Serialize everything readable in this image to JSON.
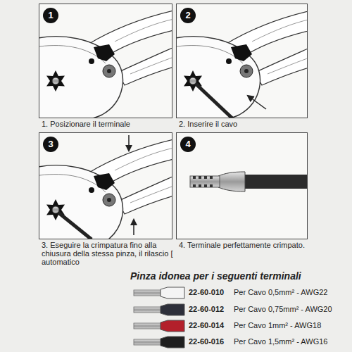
{
  "diagram": {
    "title": "Pinza idonea per i seguenti terminali",
    "nodes": [
      {
        "text": [
          "1. Posizionare il terminale"
        ]
      },
      {
        "text": [
          "1"
        ],
        "in": 0
      },
      {
        "text": [
          "2. Inserire il cavo"
        ]
      },
      {
        "text": [
          "2"
        ],
        "in": 2
      },
      {
        "text": [
          "3. Eseguire la crimpatura fino alla chiusura della stessa pinza, il rilascio [ automatico"
        ]
      },
      {
        "text": [
          "3"
        ],
        "in": 4
      },
      {
        "text": [
          "4. Terminale perfettamente crimpato."
        ]
      },
      {
        "text": [
          "4"
        ],
        "in": 6
      }
    ],
    "labels": [
      "22-60-010",
      "Per Cavo 0,5mm² - AWG22",
      "22-60-012",
      "Per Cavo 0,75mm² - AWG20",
      "22-60-014",
      "Per Cavo 1mm² - AWG18",
      "22-60-016",
      "Per Cavo 1,5mm² - AWG16"
    ]
  }
}
